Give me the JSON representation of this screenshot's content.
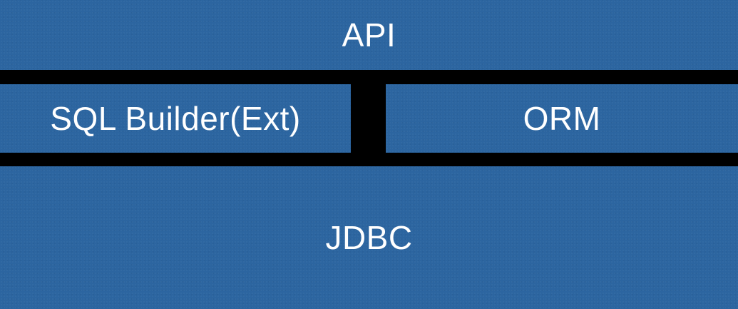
{
  "layers": {
    "api": {
      "label": "API"
    },
    "sql_builder": {
      "label": "SQL Builder(Ext)"
    },
    "orm": {
      "label": "ORM"
    },
    "jdbc": {
      "label": "JDBC"
    }
  },
  "colors": {
    "layer_fill": "#2c65a0",
    "background": "#000000",
    "text": "#ffffff"
  }
}
